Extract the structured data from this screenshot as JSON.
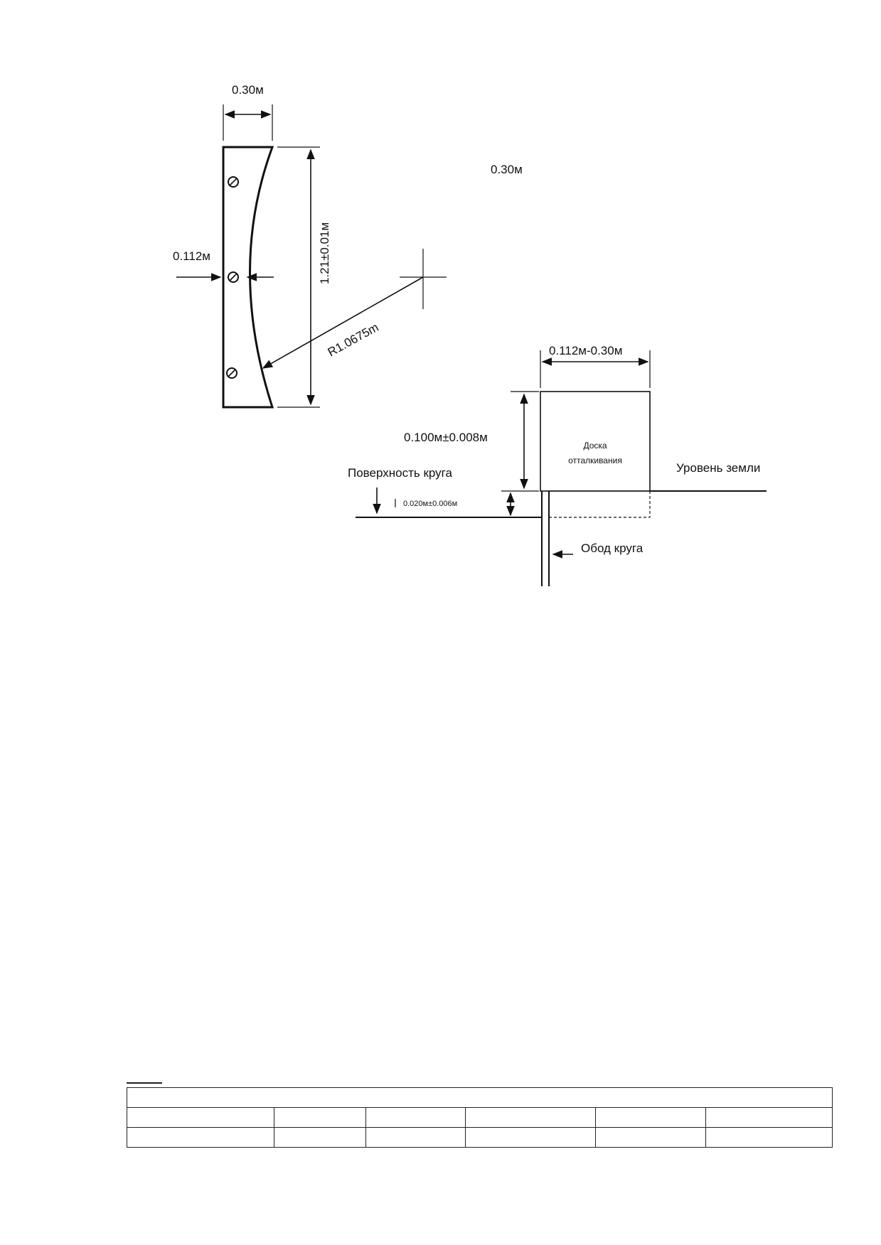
{
  "diagram": {
    "plan_view": {
      "width_label": "0.30м",
      "height_label": "1.21±0.01м",
      "min_width_label": "0.112м",
      "radius_label": "R1.0675m"
    },
    "floating_label": "0.30м",
    "section_view": {
      "top_width_label": "0.112м-0.30м",
      "height_label": "0.100м±0.008м",
      "board_label_line1": "Доска",
      "board_label_line2": "отталкивания",
      "ground_level_label": "Уровень земли",
      "circle_surface_label": "Поверхность круга",
      "offset_label": "0.020м±0.006м",
      "rim_label": "Обод круга"
    }
  },
  "table": {
    "rows": 3,
    "header_colspan": 6,
    "body_columns": 6
  }
}
